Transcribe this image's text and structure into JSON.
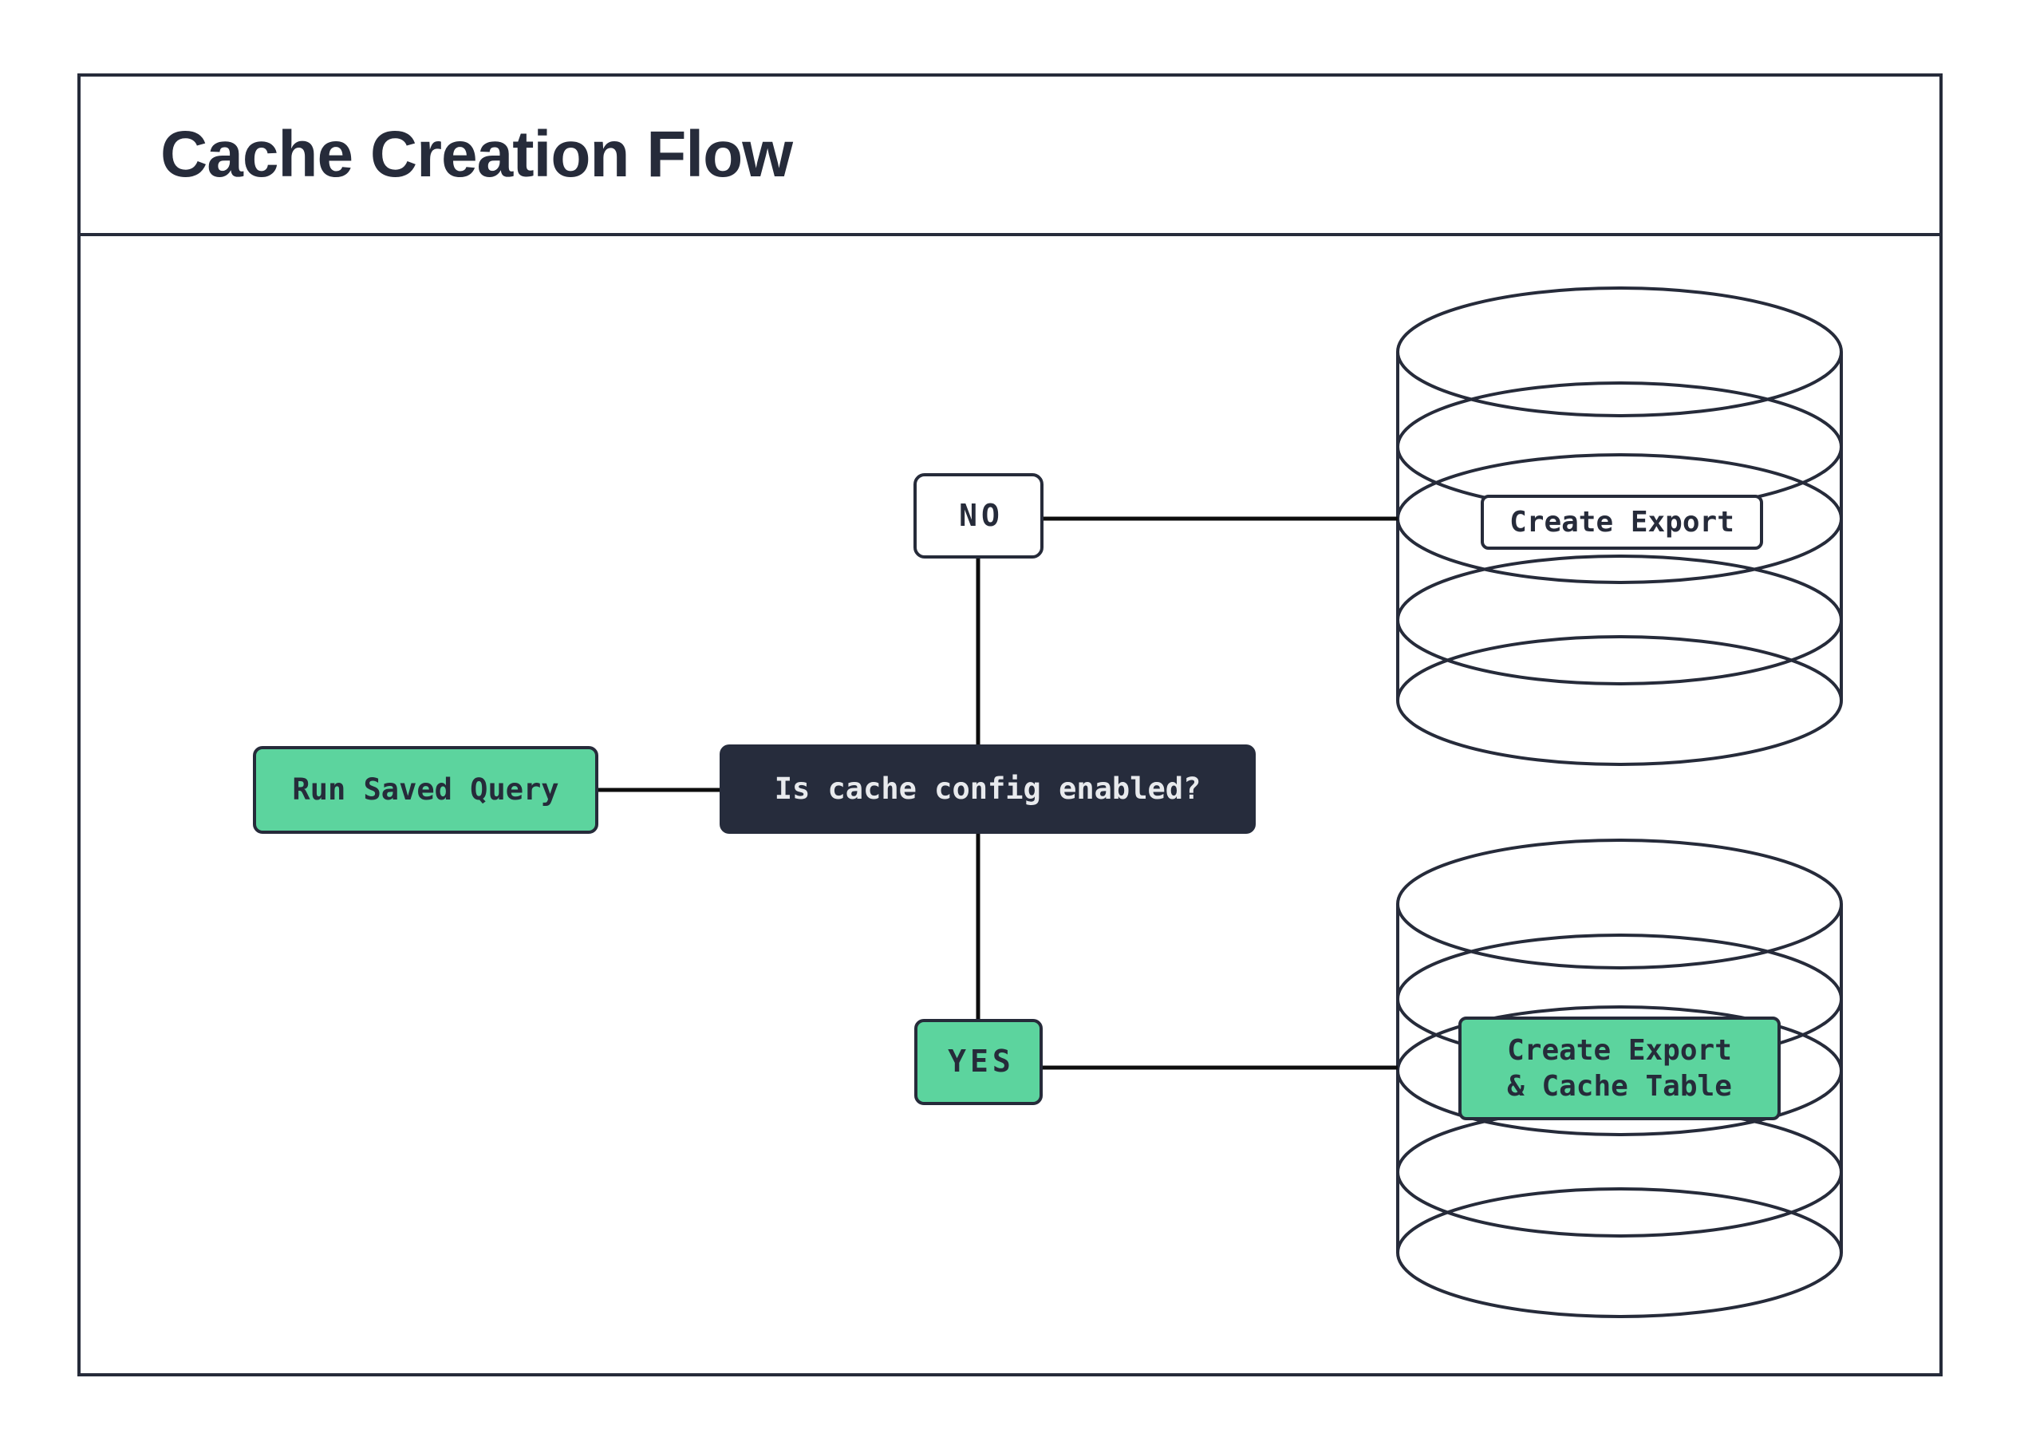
{
  "title": "Cache Creation Flow",
  "colors": {
    "ink": "#262b3a",
    "green": "#5cd49e",
    "dark_fill": "#262c3c",
    "light_text": "#e8eaed",
    "line": "#0d0d0d",
    "bg": "#ffffff"
  },
  "nodes": {
    "run": {
      "label": "Run Saved Query"
    },
    "question": {
      "label": "Is cache config enabled?"
    },
    "no": {
      "label": "NO"
    },
    "yes": {
      "label": "YES"
    },
    "db_export": {
      "label": "Create Export"
    },
    "db_export_cache": {
      "line1": "Create Export",
      "line2": "& Cache Table"
    }
  },
  "edges": [
    {
      "from": "run",
      "to": "question"
    },
    {
      "from": "question",
      "to": "no"
    },
    {
      "from": "no",
      "to": "db_export"
    },
    {
      "from": "question",
      "to": "yes"
    },
    {
      "from": "yes",
      "to": "db_export_cache"
    }
  ]
}
